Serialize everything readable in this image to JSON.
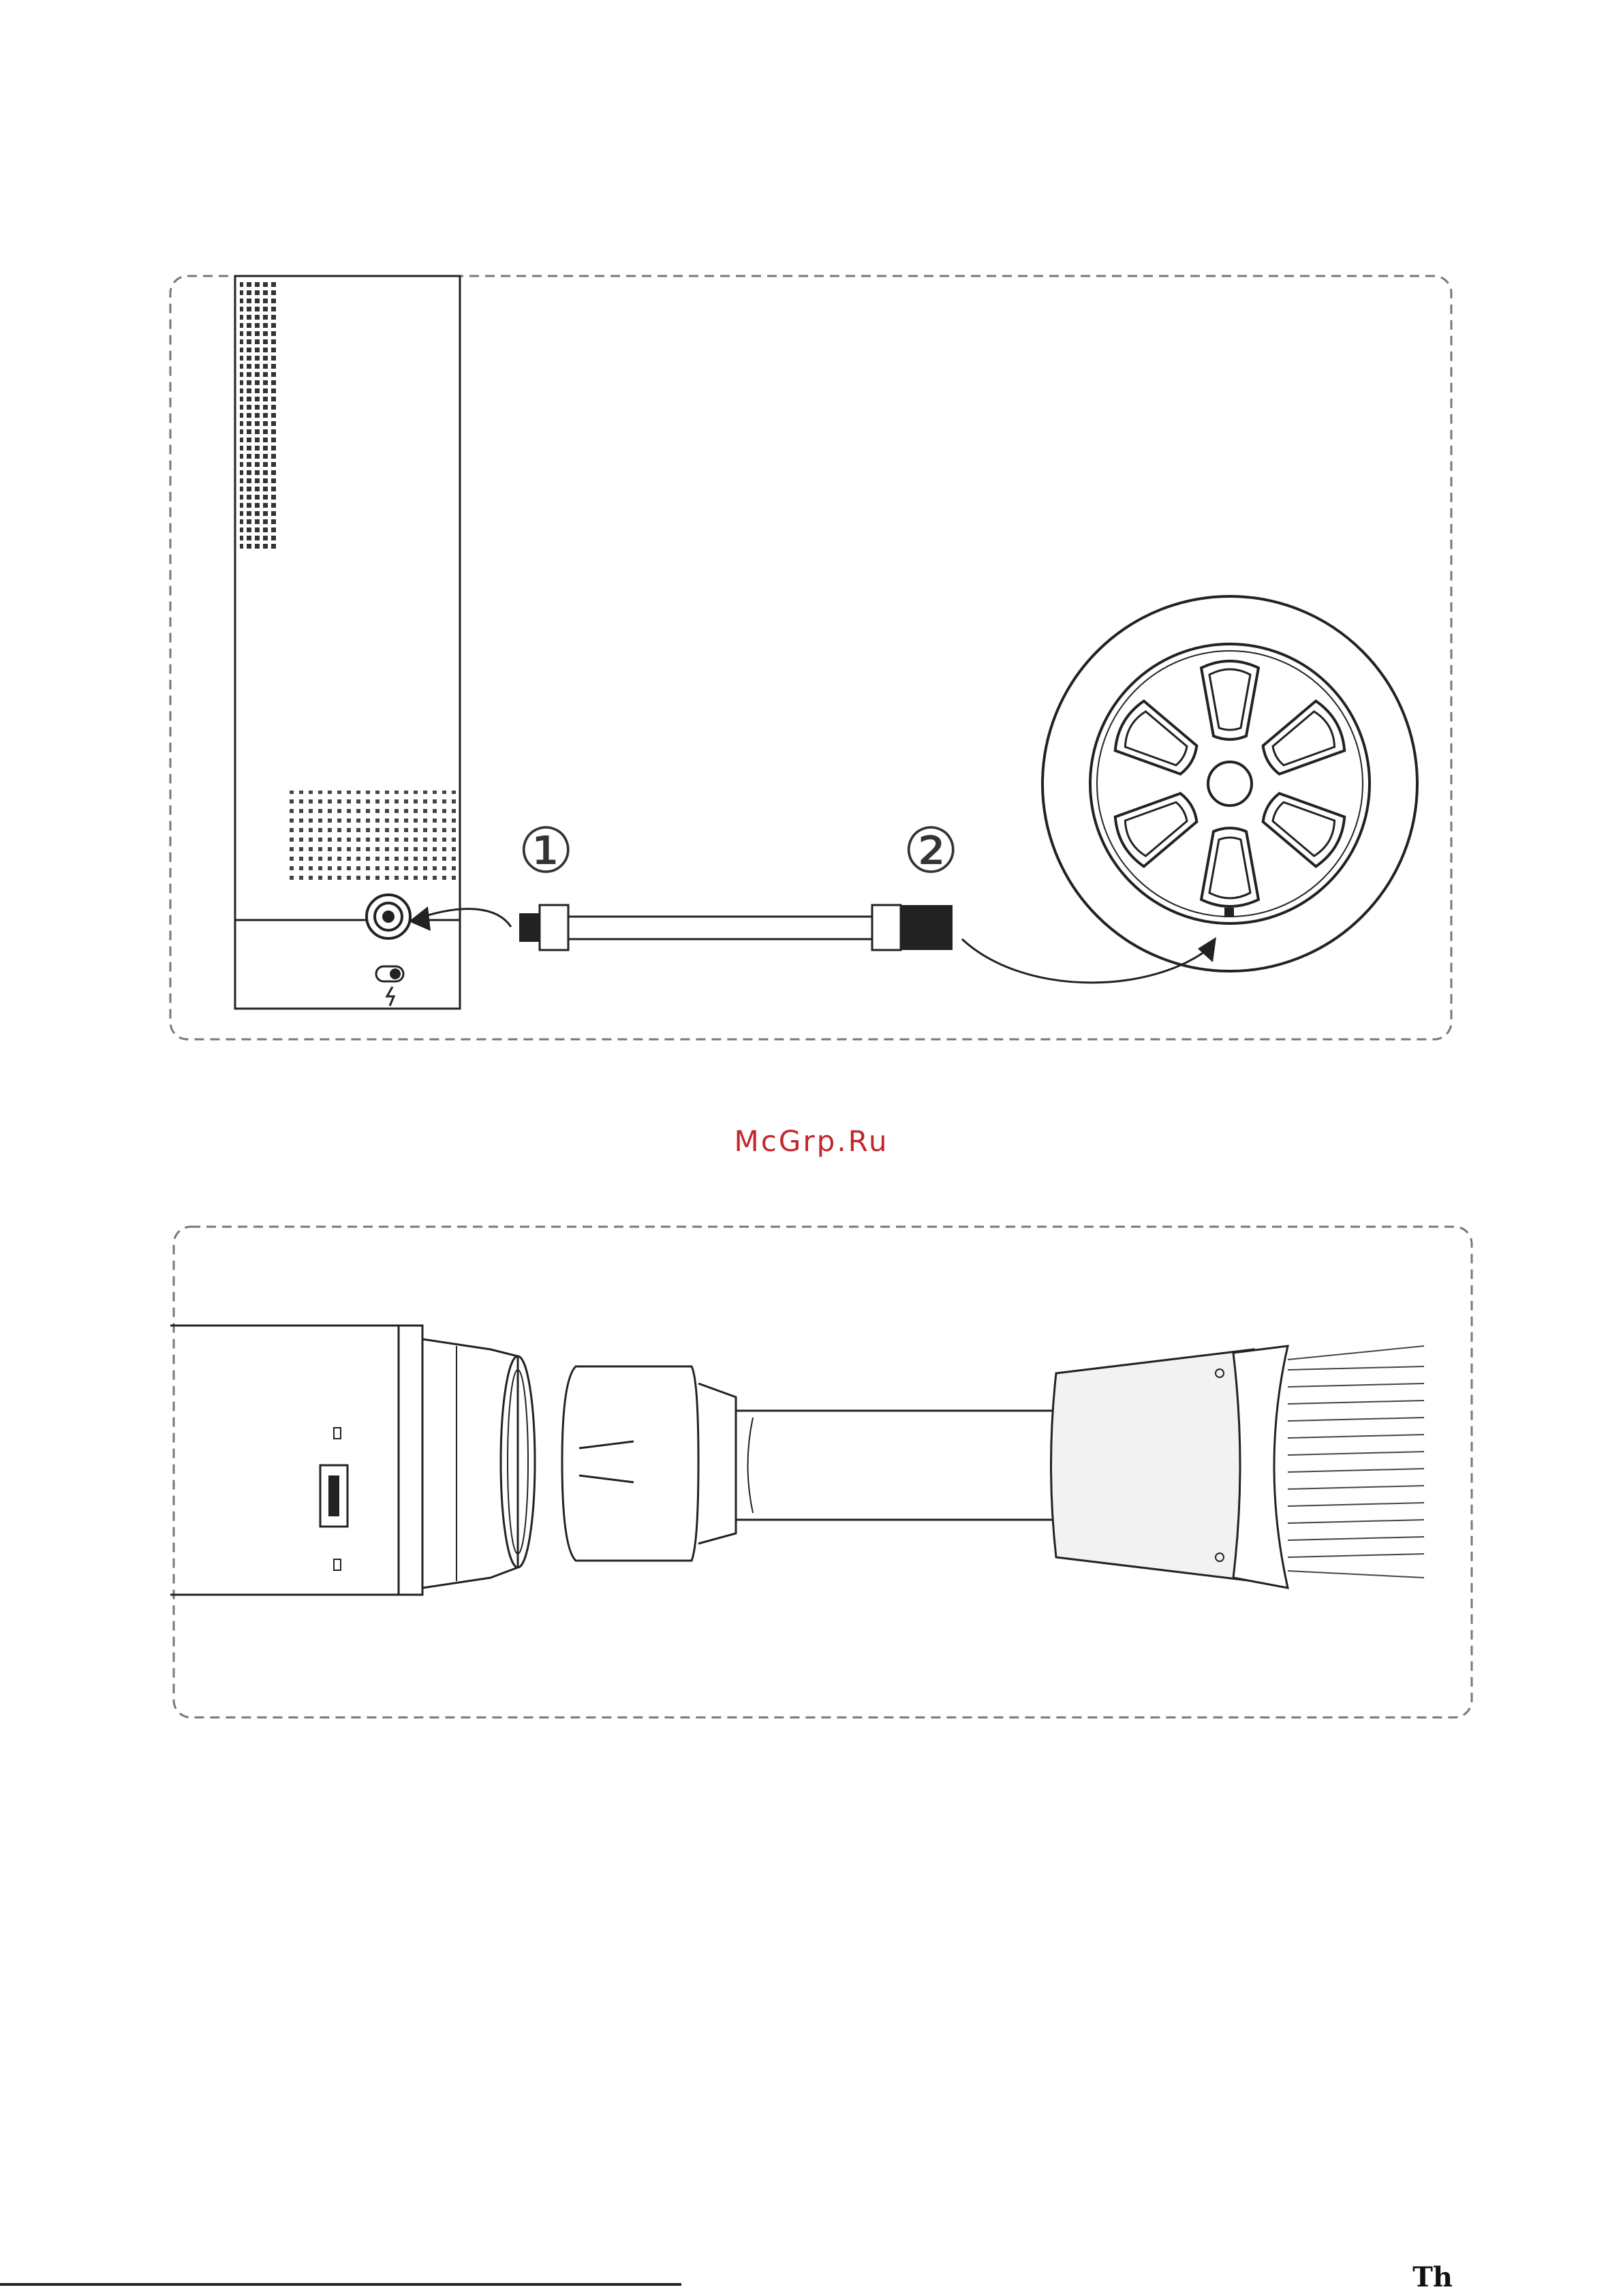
{
  "figure1": {
    "callouts": [
      {
        "symbol": "①"
      },
      {
        "symbol": "②"
      }
    ]
  },
  "watermark": {
    "text": "McGrp.Ru",
    "color": "#c0282c"
  },
  "footer": {
    "text": "Th"
  }
}
